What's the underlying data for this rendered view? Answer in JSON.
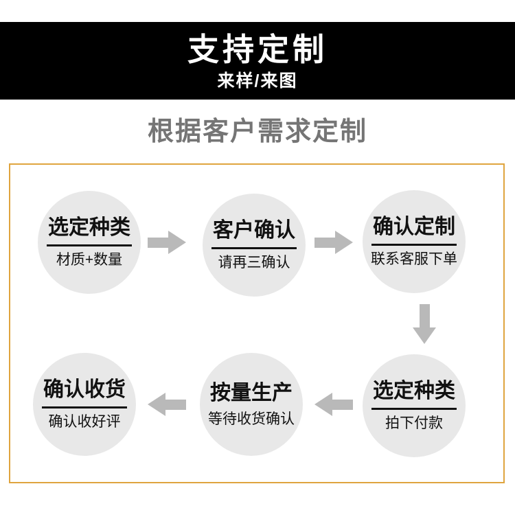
{
  "banner": {
    "title": "支持定制",
    "subtitle": "来样/来图"
  },
  "section_title": "根据客户需求定制",
  "flow": {
    "steps": [
      {
        "main": "选定种类",
        "sub": "材质+数量",
        "divider": true
      },
      {
        "main": "客户确认",
        "sub": "请再三确认",
        "divider": true
      },
      {
        "main": "确认定制",
        "sub": "联系客服下单",
        "divider": true
      },
      {
        "main": "选定种类",
        "sub": "拍下付款",
        "divider": true
      },
      {
        "main": "按量生产",
        "sub": "等待收货确认",
        "divider": false
      },
      {
        "main": "确认收货",
        "sub": "确认收好评",
        "divider": true
      }
    ]
  },
  "icons": {
    "right_arrow": "arrow-right-icon",
    "left_arrow": "arrow-left-icon",
    "down_arrow": "arrow-down-icon"
  },
  "colors": {
    "banner_bg": "#000000",
    "banner_text": "#ffffff",
    "section_title_text": "#757575",
    "box_border": "#dfa43e",
    "circle_fill": "#e8e8e8",
    "circle_text": "#111111",
    "arrow_fill": "#b9b9b9"
  }
}
